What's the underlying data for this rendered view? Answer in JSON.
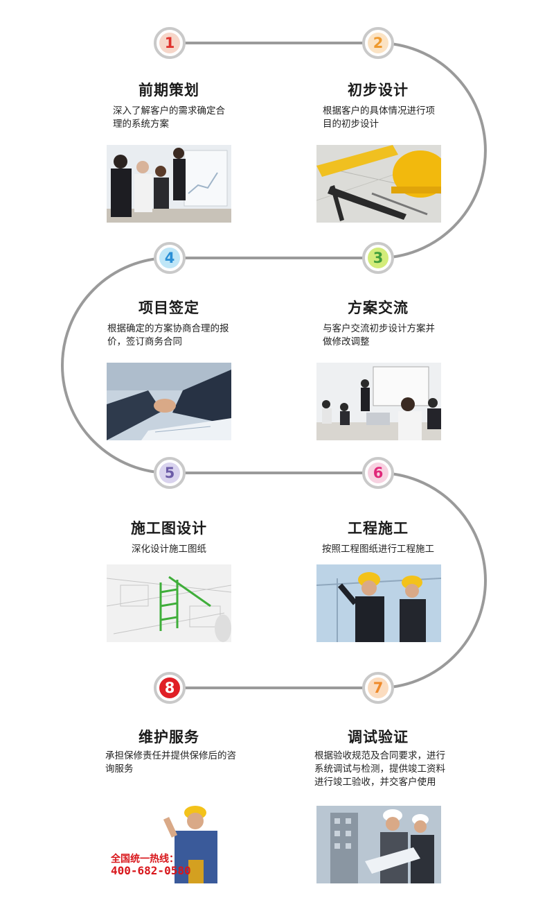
{
  "steps": [
    {
      "num": "1",
      "title": "前期策划",
      "desc": "深入了解客户的需求确定合理的系统方案",
      "color": "#e0312c",
      "ring": "#f6d6c9"
    },
    {
      "num": "2",
      "title": "初步设计",
      "desc": "根据客户的具体情况进行项目的初步设计",
      "color": "#ef9a2e",
      "ring": "#fbe3c4"
    },
    {
      "num": "3",
      "title": "方案交流",
      "desc": "与客户交流初步设计方案并做修改调整",
      "color": "#3f9d3a",
      "ring": "#d3ec7a"
    },
    {
      "num": "4",
      "title": "项目签定",
      "desc": "根据确定的方案协商合理的报价，签订商务合同",
      "color": "#2a8fd6",
      "ring": "#bfe6f7"
    },
    {
      "num": "5",
      "title": "施工图设计",
      "desc": "深化设计施工图纸",
      "color": "#6c5ca8",
      "ring": "#d9d3ee"
    },
    {
      "num": "6",
      "title": "工程施工",
      "desc": "按照工程图纸进行工程施工",
      "color": "#e0287a",
      "ring": "#f7d2e1"
    },
    {
      "num": "7",
      "title": "调试验证",
      "desc": "根据验收规范及合同要求，进行系统调试与检测，提供竣工资料进行竣工验收，并交客户使用",
      "color": "#ef8a2a",
      "ring": "#fbdcbf"
    },
    {
      "num": "8",
      "title": "维护服务",
      "desc": "承担保修责任并提供保修后的咨询服务",
      "color": "#ffffff",
      "ring": "#e01f26"
    }
  ],
  "hotline": {
    "label": "全国统一热线：",
    "number": "400-682-0580"
  }
}
